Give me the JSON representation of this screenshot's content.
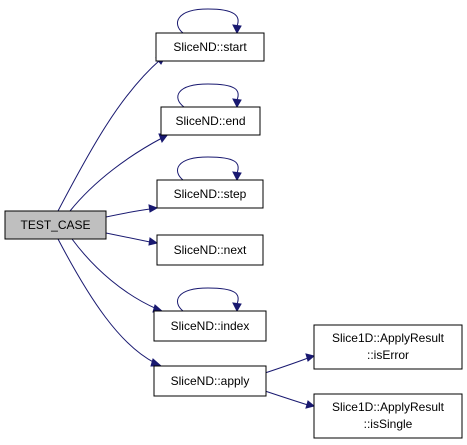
{
  "graph": {
    "root": {
      "label": "TEST_CASE",
      "fill": "#bfbfbf"
    },
    "nodes": [
      {
        "id": "start",
        "lines": [
          "SliceND::start"
        ]
      },
      {
        "id": "end",
        "lines": [
          "SliceND::end"
        ]
      },
      {
        "id": "step",
        "lines": [
          "SliceND::step"
        ]
      },
      {
        "id": "next",
        "lines": [
          "SliceND::next"
        ]
      },
      {
        "id": "index",
        "lines": [
          "SliceND::index"
        ]
      },
      {
        "id": "apply",
        "lines": [
          "SliceND::apply"
        ]
      },
      {
        "id": "isError",
        "lines": [
          "Slice1D::ApplyResult",
          "::isError"
        ]
      },
      {
        "id": "isSingle",
        "lines": [
          "Slice1D::ApplyResult",
          "::isSingle"
        ]
      }
    ],
    "edges": [
      {
        "from": "TEST_CASE",
        "to": "start"
      },
      {
        "from": "TEST_CASE",
        "to": "end"
      },
      {
        "from": "TEST_CASE",
        "to": "step"
      },
      {
        "from": "TEST_CASE",
        "to": "next"
      },
      {
        "from": "TEST_CASE",
        "to": "index"
      },
      {
        "from": "TEST_CASE",
        "to": "apply"
      },
      {
        "from": "start",
        "to": "start"
      },
      {
        "from": "end",
        "to": "end"
      },
      {
        "from": "step",
        "to": "step"
      },
      {
        "from": "index",
        "to": "index"
      },
      {
        "from": "apply",
        "to": "isError"
      },
      {
        "from": "apply",
        "to": "isSingle"
      }
    ],
    "colors": {
      "edge": "#191970",
      "node_fill": "#ffffff",
      "node_border": "#000000"
    }
  }
}
